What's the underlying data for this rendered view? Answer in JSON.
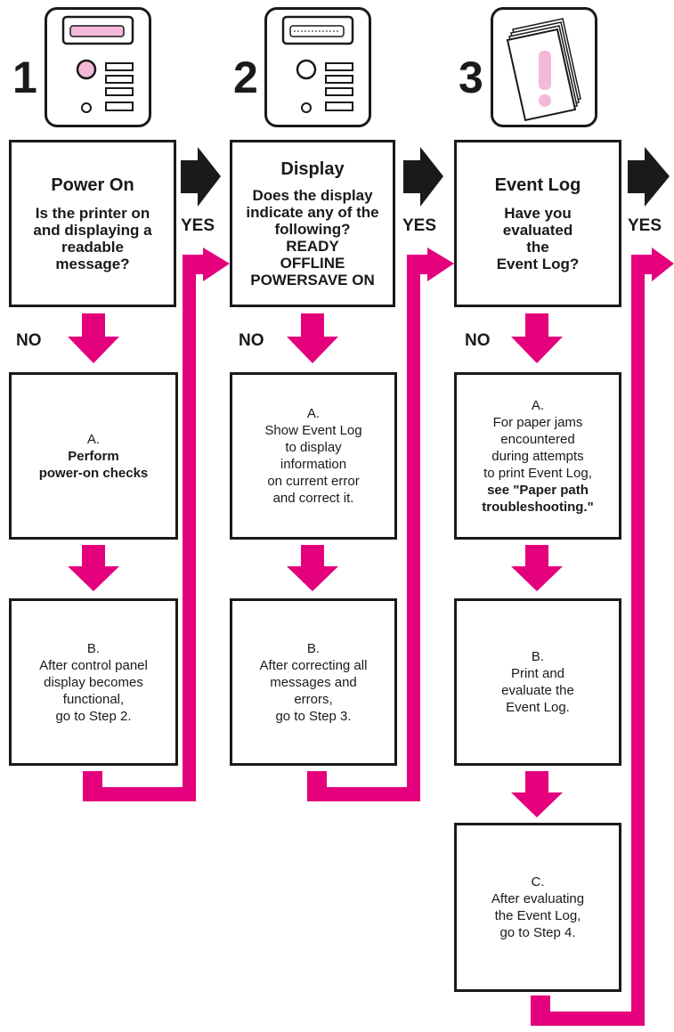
{
  "accent_color": "#e4007c",
  "steps": [
    {
      "number": "1",
      "icon": "printer-control-panel-power-highlighted",
      "title": "Power On",
      "question": "Is the printer on\nand displaying a\nreadable\nmessage?",
      "yes": "YES",
      "no": "NO",
      "actions": [
        {
          "label": "A.",
          "text": "Perform\npower-on checks",
          "bold_text": ""
        },
        {
          "label": "B.",
          "text": "After control panel\ndisplay becomes\nfunctional,\ngo to Step 2.",
          "bold_text": ""
        }
      ]
    },
    {
      "number": "2",
      "icon": "printer-control-panel-display",
      "title": "Display",
      "question": "Does the display\nindicate any of the\nfollowing?\nREADY\nOFFLINE\nPOWERSAVE ON",
      "yes": "YES",
      "no": "NO",
      "actions": [
        {
          "label": "A.",
          "text": "Show Event Log\nto display\ninformation\non current error\nand correct it.",
          "bold_text": ""
        },
        {
          "label": "B.",
          "text": "After correcting all\nmessages and\nerrors,\ngo to Step 3.",
          "bold_text": ""
        }
      ]
    },
    {
      "number": "3",
      "icon": "paper-stack-warning",
      "title": "Event Log",
      "question": "Have you\nevaluated\nthe\nEvent Log?",
      "yes": "YES",
      "no": "NO",
      "actions": [
        {
          "label": "A.",
          "text": "For paper jams\nencountered\nduring attempts\nto print Event Log,",
          "bold_text": "see \"Paper path\ntroubleshooting.\""
        },
        {
          "label": "B.",
          "text": "Print and\nevaluate the\nEvent Log.",
          "bold_text": ""
        },
        {
          "label": "C.",
          "text": "After evaluating\nthe Event Log,\ngo to Step 4.",
          "bold_text": ""
        }
      ]
    }
  ]
}
